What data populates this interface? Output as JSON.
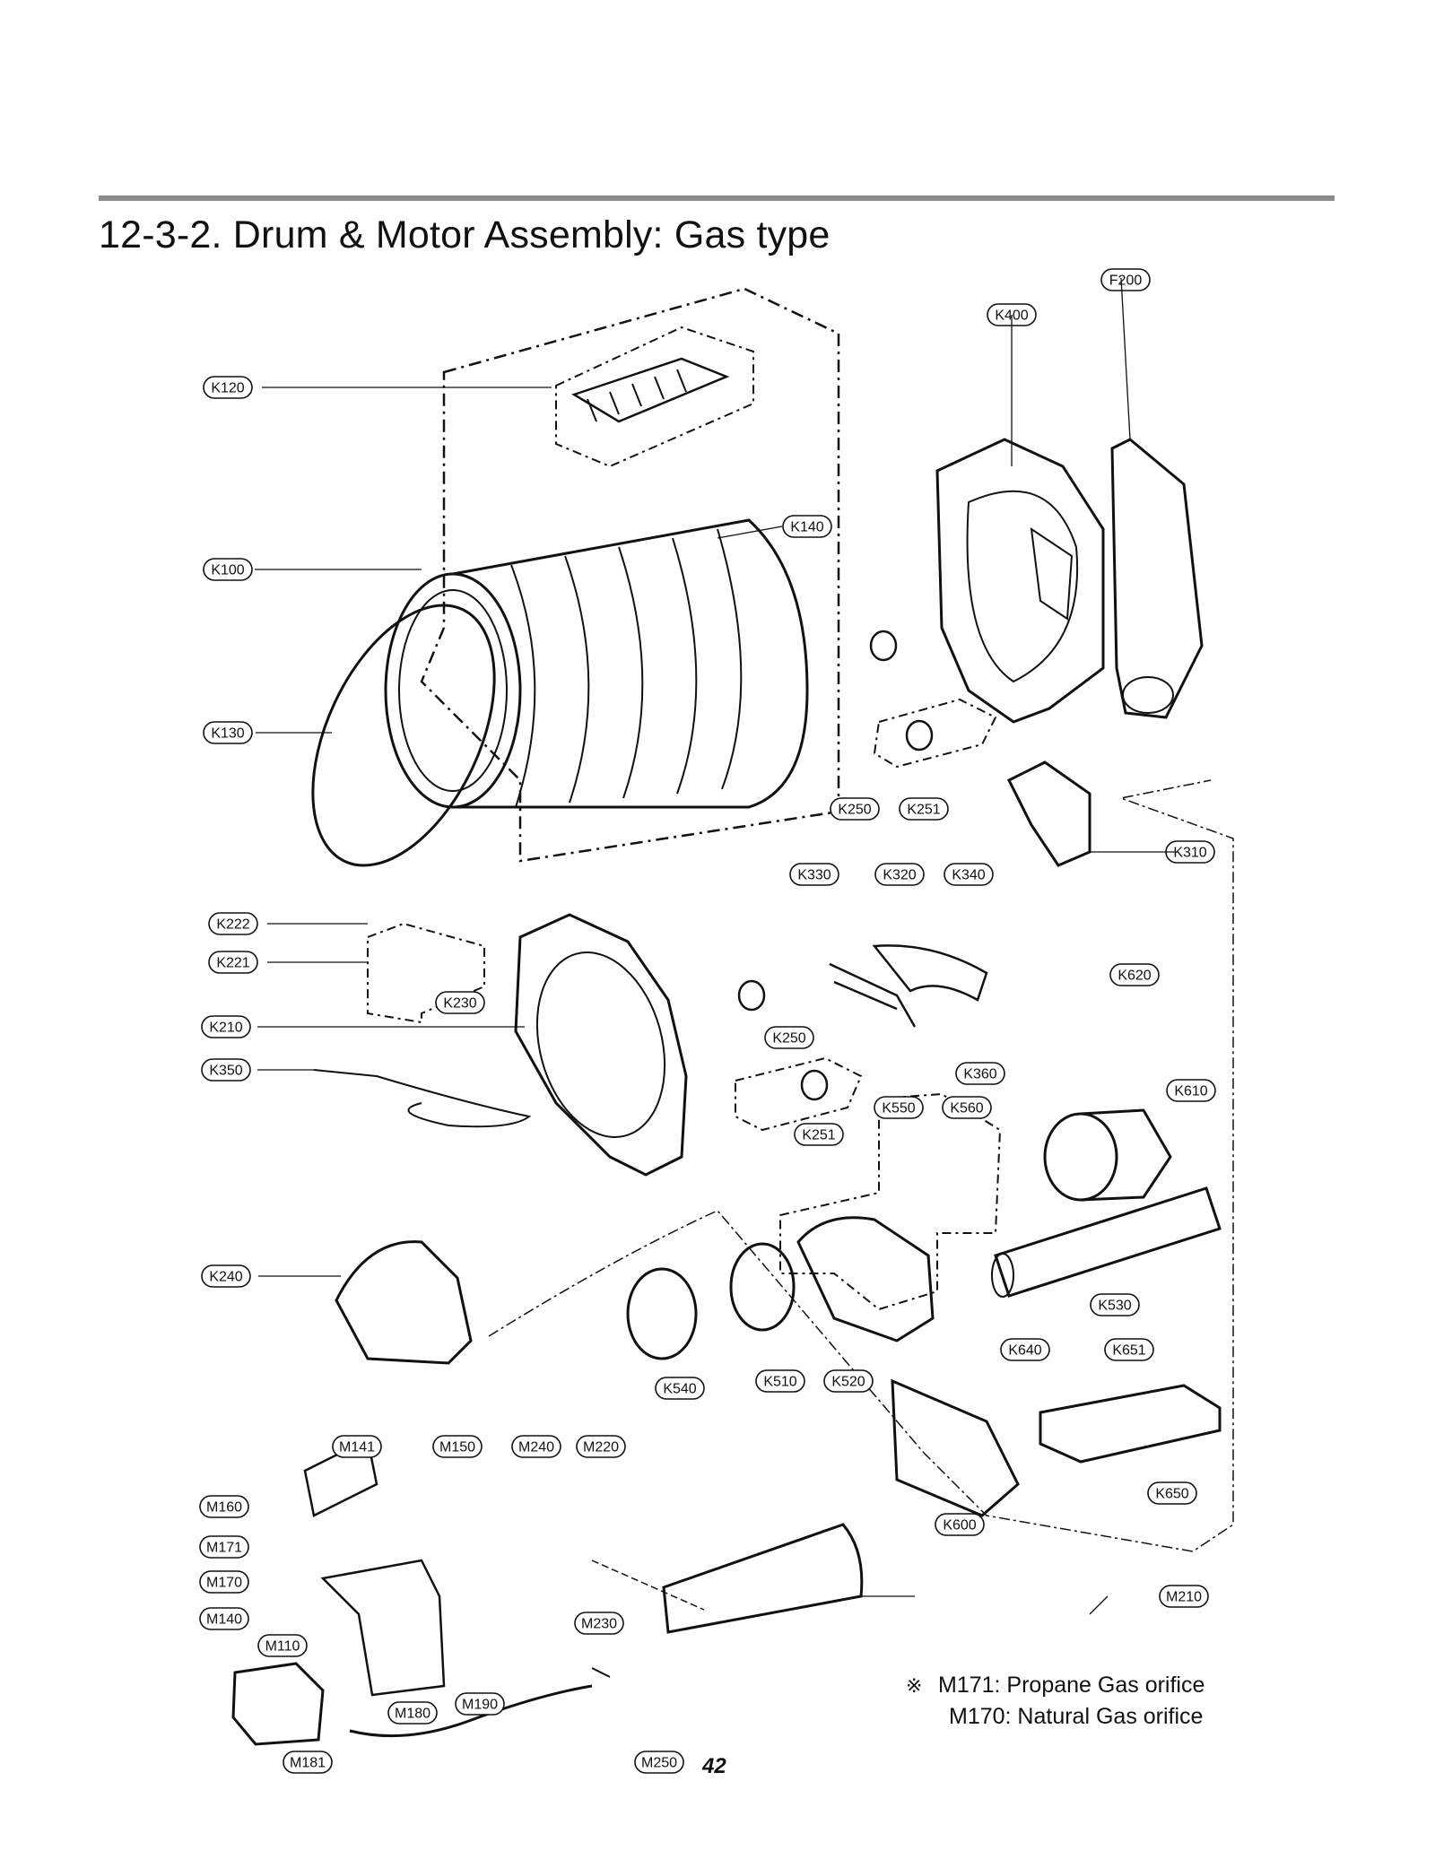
{
  "page": {
    "title": "12-3-2. Drum & Motor Assembly: Gas type",
    "page_number": "42"
  },
  "note": {
    "symbol": "※",
    "lines": [
      "M171: Propane Gas orifice",
      "M170: Natural Gas orifice"
    ]
  },
  "labels": {
    "F200": "F200",
    "K400": "K400",
    "K120": "K120",
    "K140": "K140",
    "K100": "K100",
    "K130": "K130",
    "K250a": "K250",
    "K251a": "K251",
    "K310": "K310",
    "K330": "K330",
    "K320": "K320",
    "K340": "K340",
    "K222": "K222",
    "K221": "K221",
    "K230": "K230",
    "K620": "K620",
    "K210": "K210",
    "K250b": "K250",
    "K360": "K360",
    "K350": "K350",
    "K610": "K610",
    "K550": "K550",
    "K560": "K560",
    "K251b": "K251",
    "K240": "K240",
    "K530": "K530",
    "K540": "K540",
    "K510": "K510",
    "K520": "K520",
    "K640": "K640",
    "K651": "K651",
    "M141": "M141",
    "M150": "M150",
    "M240": "M240",
    "M220": "M220",
    "M160": "M160",
    "M171": "M171",
    "M170": "M170",
    "M140": "M140",
    "M110": "M110",
    "M190": "M190",
    "M180": "M180",
    "M181": "M181",
    "M230": "M230",
    "M250": "M250",
    "M210": "M210",
    "K600": "K600",
    "K650": "K650"
  },
  "colors": {
    "line": "#111111",
    "rule": "#8a8a8a",
    "background": "#ffffff"
  }
}
